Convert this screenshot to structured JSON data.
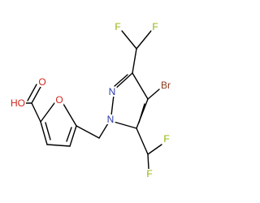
{
  "molecule": {
    "atoms": {
      "f1": "F",
      "f2": "F",
      "br": "Br",
      "n2": "N",
      "n1": "N",
      "ho": "HO",
      "o_ring": "O",
      "o_carbonyl": "O",
      "f3": "F",
      "f4": "F"
    }
  },
  "colors": {
    "carbon_bond": "#000000",
    "F": "#8db400",
    "Br": "#8b3a1a",
    "N": "#2a3aa8",
    "O": "#d0261a"
  }
}
